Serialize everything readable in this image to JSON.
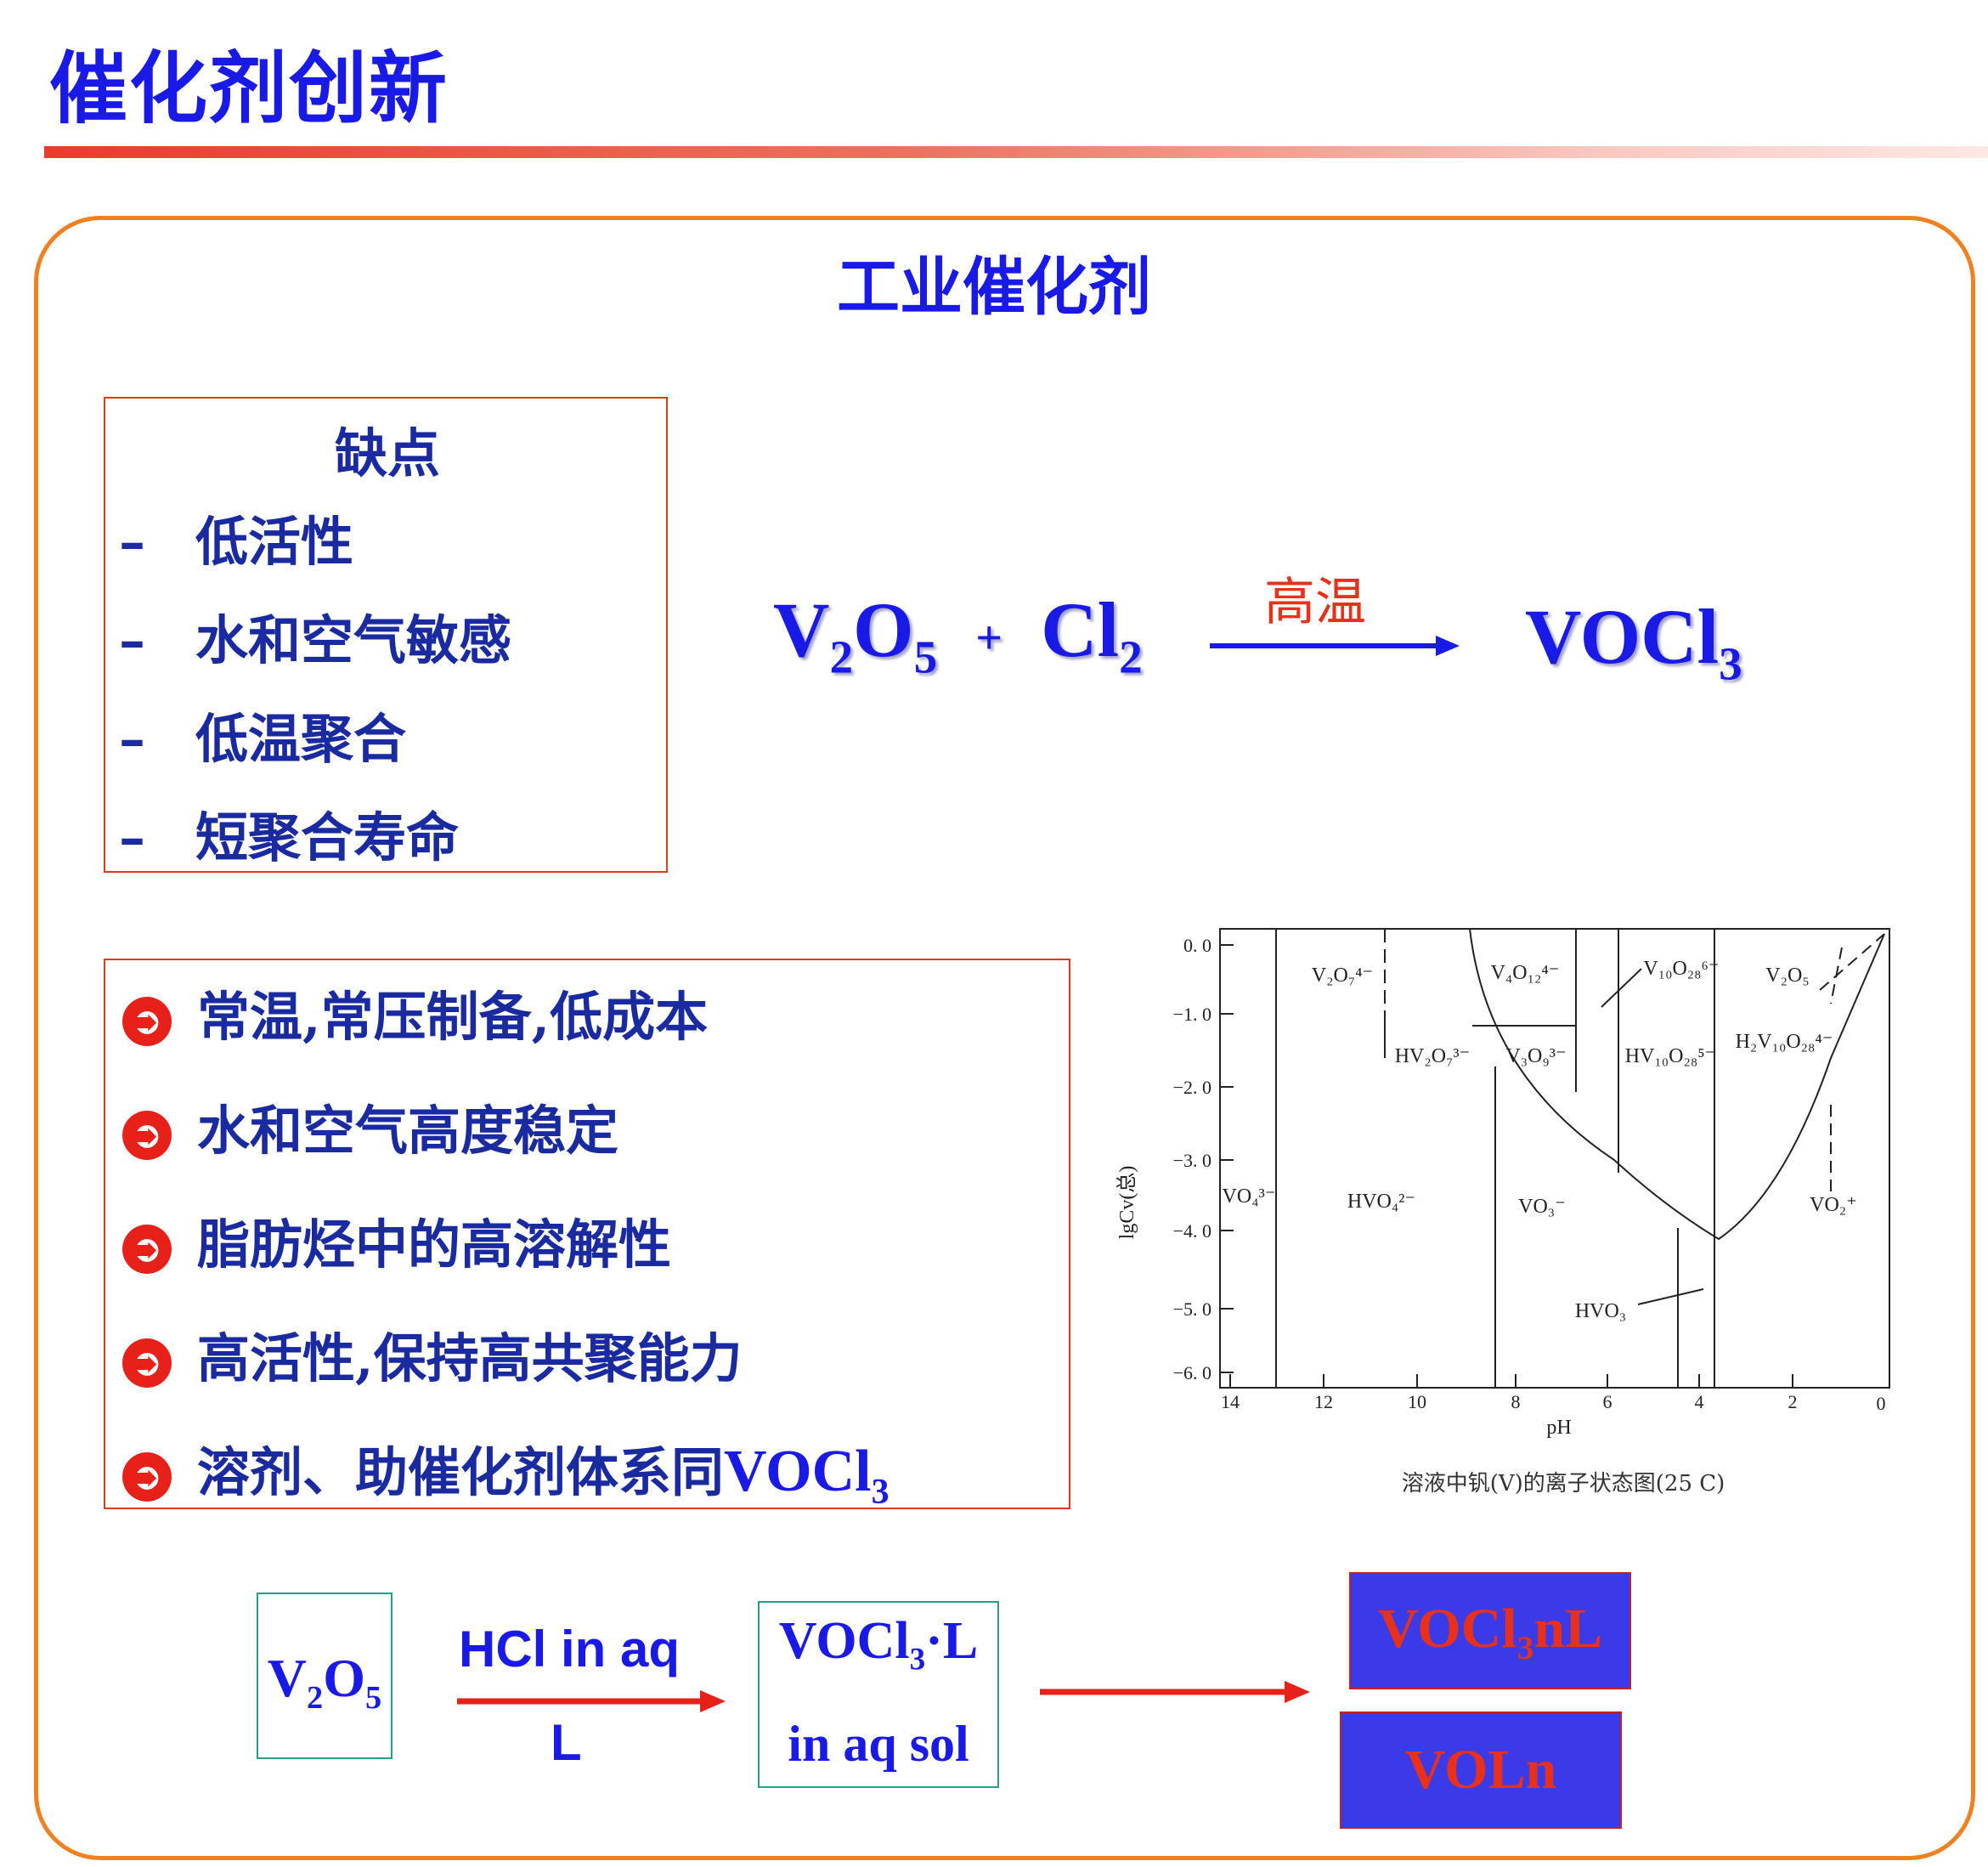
{
  "header": {
    "title": "催化剂创新"
  },
  "panel": {
    "subtitle": "工业催化剂"
  },
  "defects": {
    "heading": "缺点",
    "dash": "–",
    "items": [
      "低活性",
      "水和空气敏感",
      "低温聚合",
      "短聚合寿命"
    ]
  },
  "advantages": {
    "bullet": "➲",
    "items": [
      "常温,常压制备,低成本",
      "水和空气高度稳定",
      "脂肪烃中的高溶解性",
      "高活性,保持高共聚能力"
    ],
    "last_prefix": "溶剂、助催化剂体系同",
    "last_chem": "VOCl",
    "last_chem_sub": "3"
  },
  "equation": {
    "r1": "V",
    "r1_sub1": "2",
    "r1_mid": "O",
    "r1_sub2": "5",
    "plus": "+",
    "r2": "Cl",
    "r2_sub": "2",
    "condition": "高温",
    "product": "VOCl",
    "product_sub": "3"
  },
  "chart_data": {
    "type": "diagram",
    "xlabel": "pH",
    "ylabel": "lgCv(总)",
    "x_ticks": [
      "14",
      "12",
      "10",
      "8",
      "6",
      "4",
      "2",
      "0"
    ],
    "y_ticks": [
      "0. 0",
      "−1. 0",
      "−2. 0",
      "−3. 0",
      "−4. 0",
      "−5. 0",
      "−6. 0"
    ],
    "xlim": [
      14,
      0
    ],
    "ylim": [
      -6,
      0
    ],
    "regions": [
      "V₂O₇⁴⁻",
      "HV₂O₇³⁻",
      "VO₄³⁻",
      "HVO₄²⁻",
      "V₄O₁₂⁴⁻",
      "V₃O₉³⁻",
      "VO₃⁻",
      "V₁₀O₂₈⁶⁻",
      "HV₁₀O₂₈⁵⁻",
      "H₂V₁₀O₂₈⁴⁻",
      "V₂O₅",
      "VO₂⁺",
      "HVO₃"
    ],
    "caption": "溶液中钒(Ⅴ)的离子状态图(25 C)"
  },
  "bottom": {
    "start": "V",
    "start_sub1": "2",
    "start_mid": "O",
    "start_sub2": "5",
    "reagent_top": "HCl in aq",
    "reagent_bottom": "L",
    "inter_line1": "VOCl",
    "inter_line1_sub": "3",
    "inter_line1_tail": "·L",
    "inter_line2": "in aq sol",
    "prod1": "VOCl",
    "prod1_sub": "3",
    "prod1_tail": "nL",
    "prod2": "VOLn"
  },
  "colors": {
    "title_blue": "#1a1ae6",
    "text_navy": "#1a2aa0",
    "accent_red": "#e8201a",
    "panel_orange": "#f08020",
    "product_fill": "#3a3ae8"
  }
}
